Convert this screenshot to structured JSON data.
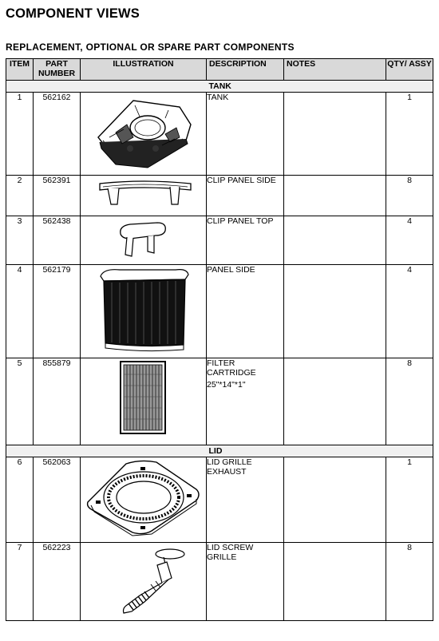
{
  "page": {
    "title": "COMPONENT VIEWS",
    "section_title": "REPLACEMENT, OPTIONAL OR SPARE PART COMPONENTS"
  },
  "table": {
    "headers": {
      "item": "ITEM",
      "part_number": "PART NUMBER",
      "illustration": "ILLUSTRATION",
      "description": "DESCRIPTION",
      "notes": "NOTES",
      "qty": "QTY/ ASSY"
    },
    "groups": {
      "tank": "TANK",
      "lid": "LID"
    },
    "rows": [
      {
        "item": "1",
        "part": "562162",
        "description": "TANK",
        "notes": "",
        "qty": "1",
        "illustration_icon": "tank-illustration"
      },
      {
        "item": "2",
        "part": "562391",
        "description": "CLIP PANEL SIDE",
        "notes": "",
        "qty": "8",
        "illustration_icon": "clip-panel-side-illustration"
      },
      {
        "item": "3",
        "part": "562438",
        "description": "CLIP PANEL TOP",
        "notes": "",
        "qty": "4",
        "illustration_icon": "clip-panel-top-illustration"
      },
      {
        "item": "4",
        "part": "562179",
        "description": "PANEL SIDE",
        "notes": "",
        "qty": "4",
        "illustration_icon": "panel-side-illustration"
      },
      {
        "item": "5",
        "part": "855879",
        "description": "FILTER CARTRIDGE",
        "description_sub": "25\"*14\"*1\"",
        "notes": "",
        "qty": "8",
        "illustration_icon": "filter-cartridge-illustration"
      },
      {
        "item": "6",
        "part": "562063",
        "description": "LID GRILLE EXHAUST",
        "notes": "",
        "qty": "1",
        "illustration_icon": "lid-grille-illustration"
      },
      {
        "item": "7",
        "part": "562223",
        "description": "LID SCREW GRILLE",
        "notes": "",
        "qty": "8",
        "illustration_icon": "lid-screw-illustration"
      }
    ]
  }
}
